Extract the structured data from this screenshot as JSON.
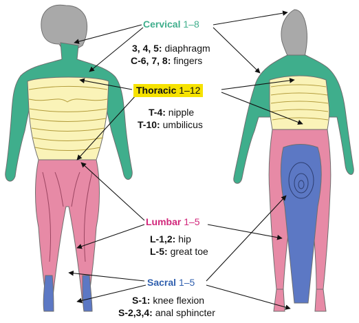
{
  "colors": {
    "cervical": "#3fae8c",
    "thoracic": "#faf3b8",
    "lumbar": "#e78aa6",
    "sacral": "#5c78c4",
    "skin": "#a9a9a9",
    "highlight": "#f6e200"
  },
  "cervical": {
    "name": "Cervical",
    "range": "1–8",
    "notes": [
      {
        "key": "3, 4, 5:",
        "text": "diaphragm"
      },
      {
        "key": "C-6, 7, 8:",
        "text": "fingers"
      }
    ]
  },
  "thoracic": {
    "name": "Thoracic",
    "range": "1–12",
    "notes": [
      {
        "key": "T-4:",
        "text": "nipple"
      },
      {
        "key": "T-10:",
        "text": "umbilicus"
      }
    ]
  },
  "lumbar": {
    "name": "Lumbar",
    "range": "1–5",
    "notes": [
      {
        "key": "L-1,2:",
        "text": "hip"
      },
      {
        "key": "L-5:",
        "text": "great toe"
      }
    ]
  },
  "sacral": {
    "name": "Sacral",
    "range": "1–5",
    "notes": [
      {
        "key": "S-1:",
        "text": "knee flexion"
      },
      {
        "key": "S-2,3,4:",
        "text": "anal sphincter"
      }
    ]
  }
}
